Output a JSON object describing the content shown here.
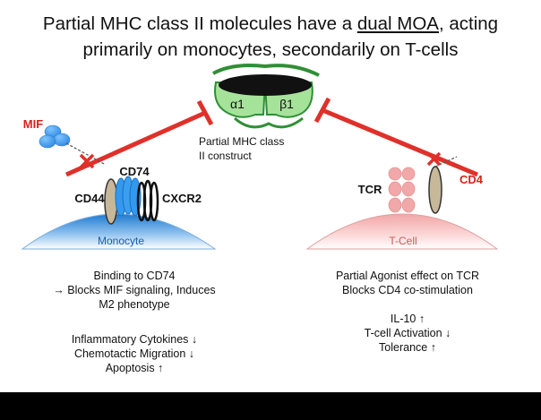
{
  "title": {
    "line1_part1": "Partial MHC class II molecules have a ",
    "line1_underlined": "dual MOA",
    "line1_part2": ", acting",
    "line2": "primarily on monocytes, secondarily on T-cells"
  },
  "construct": {
    "alpha_label": "α1",
    "beta_label": "β1",
    "caption_line1": "Partial MHC class",
    "caption_line2": "II construct"
  },
  "monocyte": {
    "mif_label": "MIF",
    "cd74_label": "CD74",
    "cd44_label": "CD44",
    "cxcr2_label": "CXCR2",
    "cell_label": "Monocyte",
    "effects": [
      "Binding to CD74",
      "→ Blocks MIF signaling, Induces",
      "M2 phenotype"
    ],
    "outcomes": [
      "Inflammatory Cytokines ↓",
      "Chemotactic Migration ↓",
      "Apoptosis ↑"
    ]
  },
  "tcell": {
    "tcr_label": "TCR",
    "cd4_label": "CD4",
    "cell_label": "T-Cell",
    "effects": [
      "Partial Agonist effect on TCR",
      "Blocks CD4 co-stimulation"
    ],
    "outcomes": [
      "IL-10 ↑",
      "T-cell Activation ↓",
      "Tolerance ↑"
    ]
  },
  "colors": {
    "inhibit_red": "#e0302a",
    "construct_green": "#a6e39a",
    "monocyte_blue": "#1f7ad0",
    "tcell_pink": "#f4a3a3",
    "receptor_blue": "#3399ee"
  }
}
